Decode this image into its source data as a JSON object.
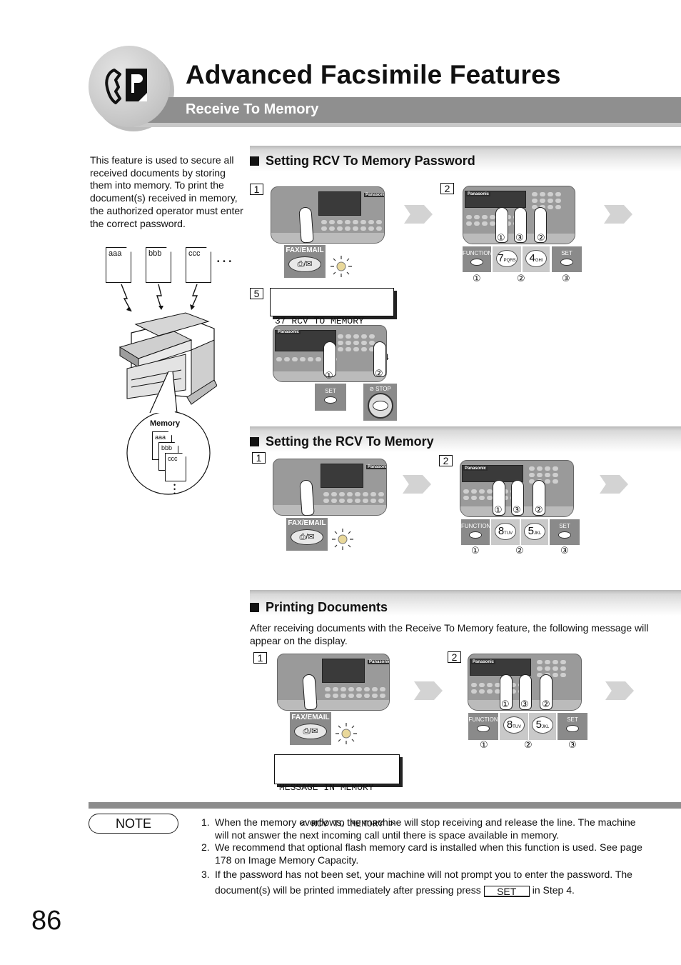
{
  "header": {
    "title": "Advanced Facsimile Features",
    "subtitle": "Receive To Memory"
  },
  "intro_text": "This feature is used to secure all received documents by storing them into memory. To print the document(s) received in memory, the authorized operator must enter the correct password.",
  "illustration": {
    "docs": [
      "aaa",
      "bbb",
      "ccc"
    ],
    "ellipsis": "• • •",
    "memory_label": "Memory",
    "memory_docs": [
      "aaa",
      "bbb",
      "ccc"
    ]
  },
  "sections": [
    {
      "title": "Setting RCV To Memory Password",
      "steps": [
        "1",
        "2",
        "5"
      ],
      "fax_label": "FAX/EMAIL",
      "keys": {
        "function": "FUNCTION",
        "k1": "7",
        "k1_sub": "PQRS",
        "k2": "4",
        "k2_sub": "GHI",
        "set": "SET"
      },
      "markers": [
        "①",
        "②",
        "③"
      ],
      "lcd_line1": "37 RCV TO MEMORY",
      "lcd_line2": "1234",
      "set_label": "SET",
      "stop_label": "STOP"
    },
    {
      "title": "Setting the RCV To Memory",
      "steps": [
        "1",
        "2"
      ],
      "fax_label": "FAX/EMAIL",
      "keys": {
        "function": "FUNCTION",
        "k1": "8",
        "k1_sub": "TUV",
        "k2": "5",
        "k2_sub": "JKL",
        "set": "SET"
      },
      "markers": [
        "①",
        "②",
        "③"
      ]
    },
    {
      "title": "Printing Documents",
      "description": "After receiving documents with the Receive To Memory feature, the following message will appear on the display.",
      "steps": [
        "1",
        "2"
      ],
      "fax_label": "FAX/EMAIL",
      "keys": {
        "function": "FUNCTION",
        "k1": "8",
        "k1_sub": "TUV",
        "k2": "5",
        "k2_sub": "JKL",
        "set": "SET"
      },
      "markers": [
        "①",
        "②",
        "③"
      ],
      "lcd_line1": "MESSAGE IN MEMORY",
      "lcd_line2": "< RCV TO MEMORY >"
    }
  ],
  "panel_brand": "Panasonic",
  "note": {
    "label": "NOTE",
    "items": [
      {
        "num": "1.",
        "text": "When the memory overflows, the machine will stop receiving and release the line. The machine will not answer the next incoming call until there is space available in memory."
      },
      {
        "num": "2.",
        "text": "We recommend that optional flash memory card is installed when this function is used. See page 178 on Image Memory Capacity."
      },
      {
        "num": "3.",
        "text_before": "If the password has not been set, your machine will not prompt you to enter the password. The document(s) will be printed immediately after pressing press",
        "key": "SET",
        "text_after": "in Step 4."
      }
    ]
  },
  "page_number": "86"
}
